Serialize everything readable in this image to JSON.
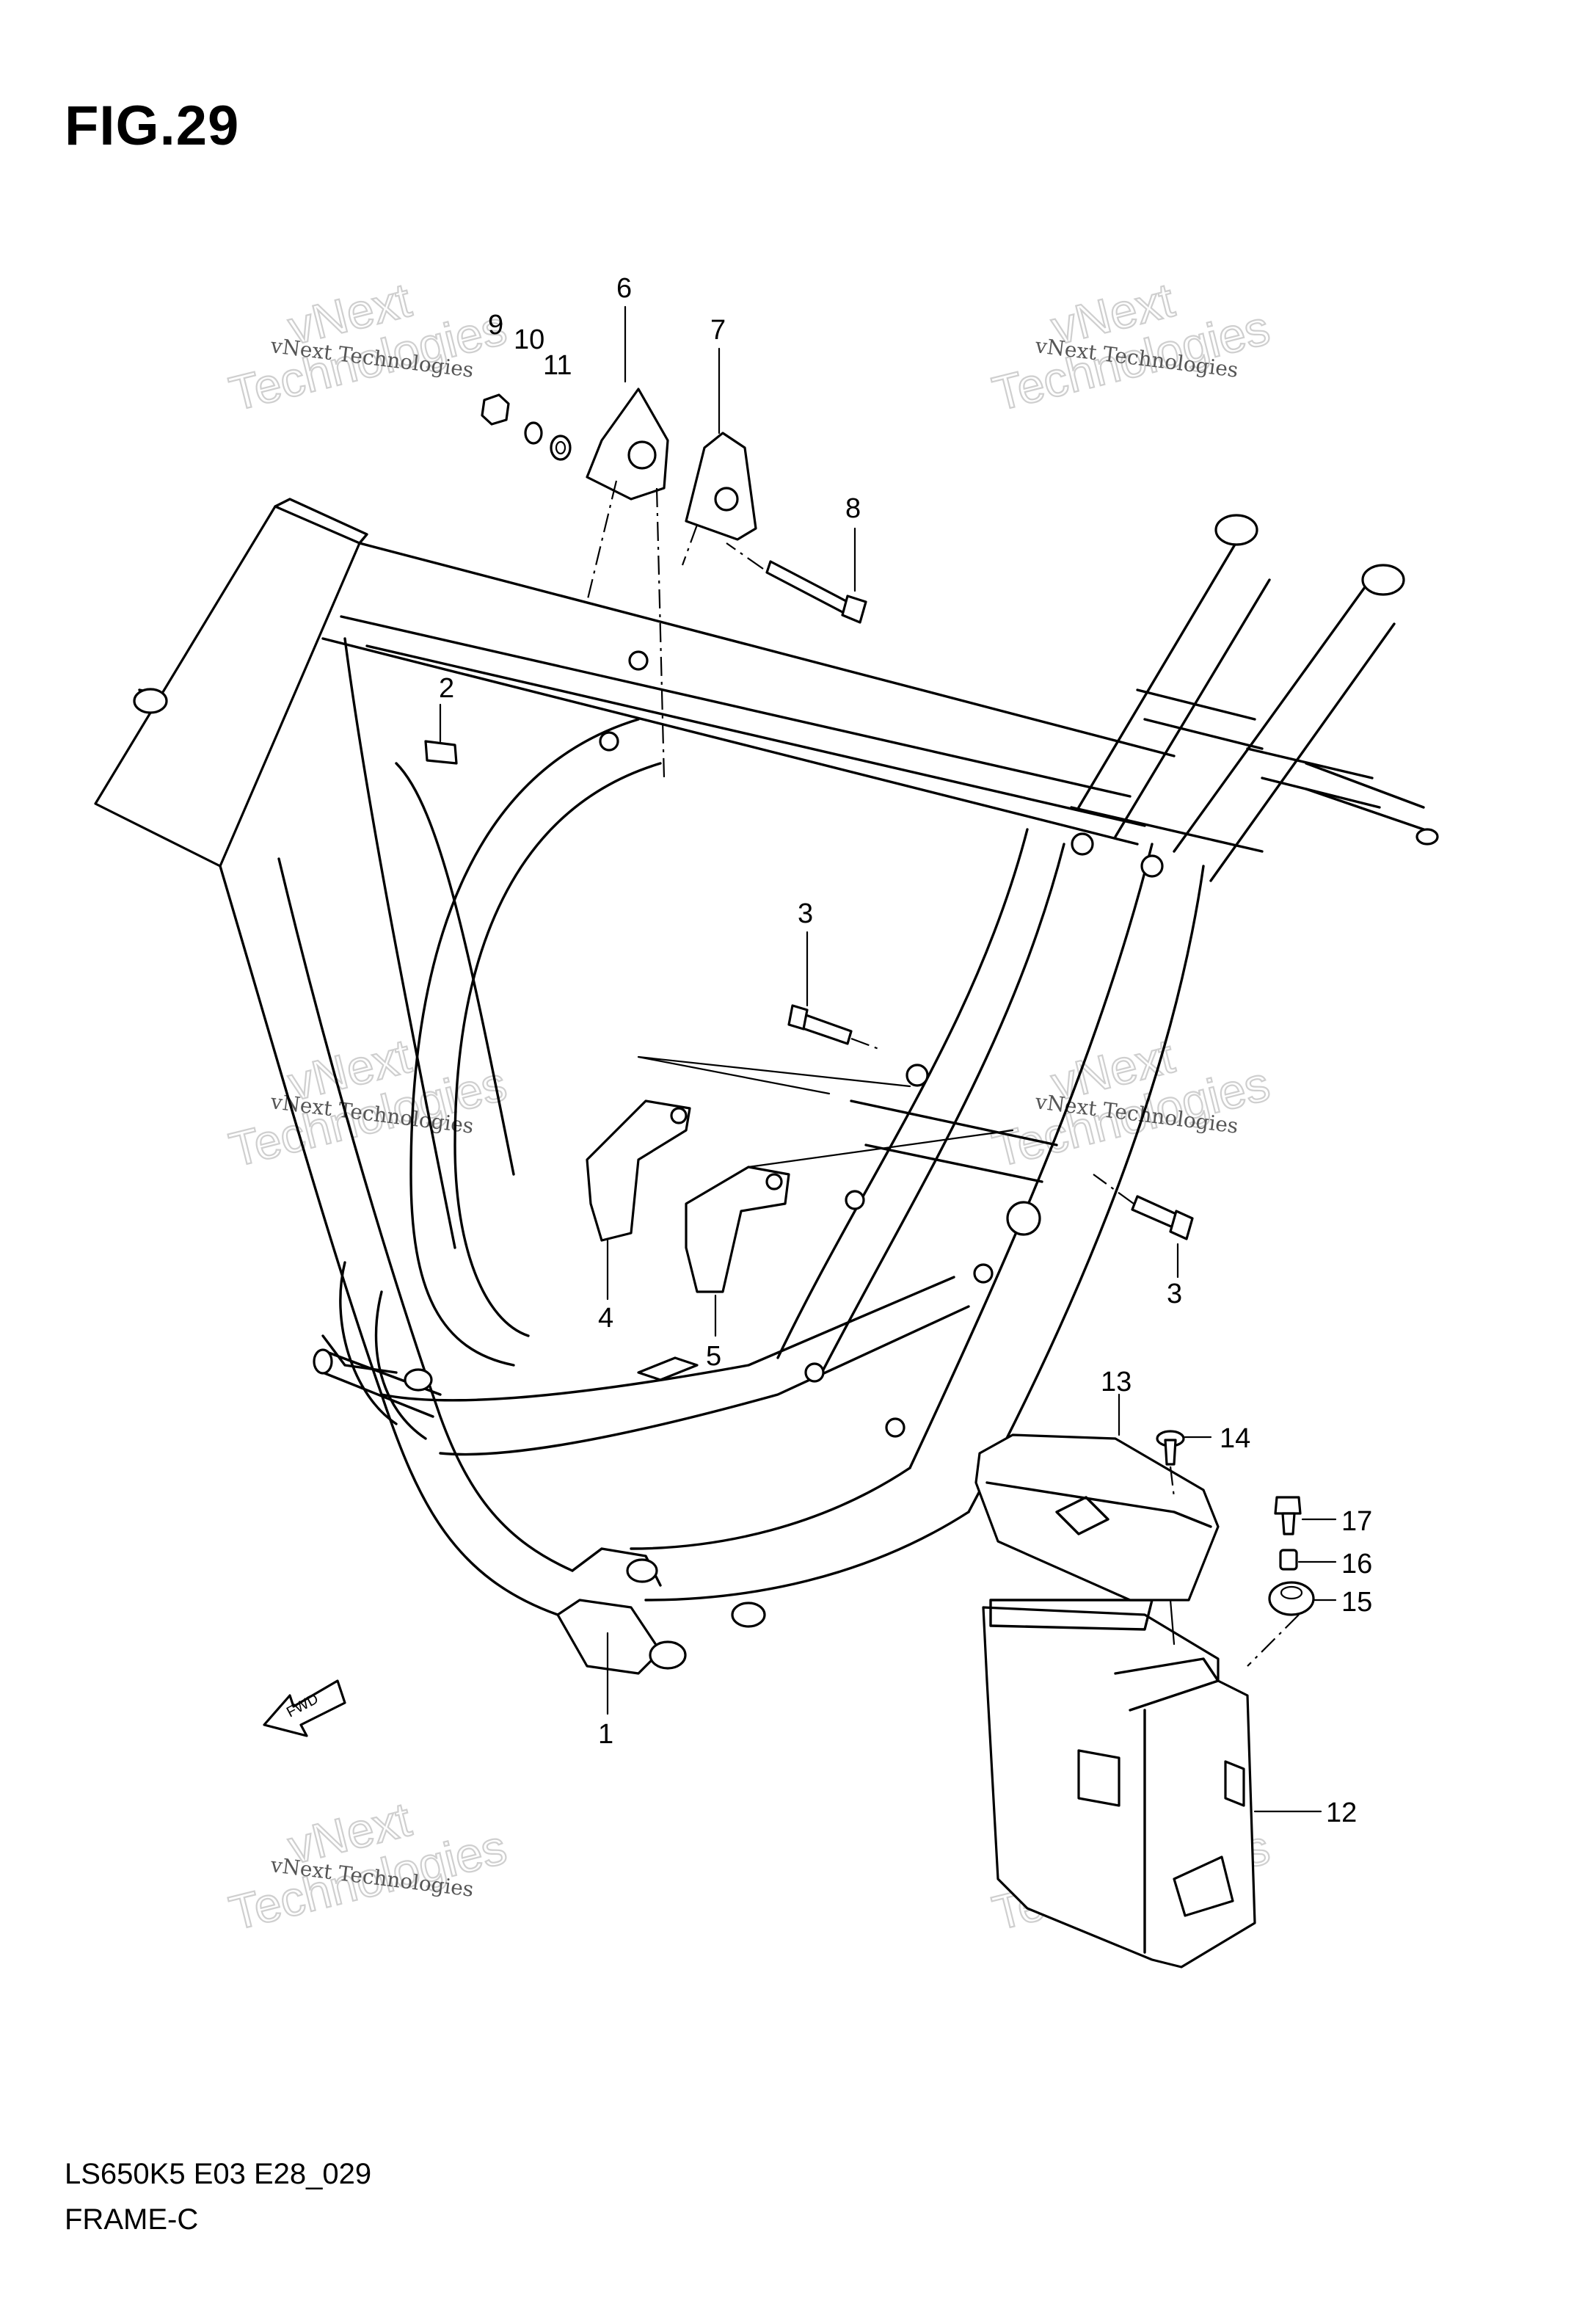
{
  "figure": {
    "title": "FIG.29",
    "model_code": "LS650K5 E03 E28_029",
    "name": "FRAME-C"
  },
  "watermark": {
    "line1": "vNext Technologies",
    "line2": "vNext",
    "line3": "Technologies"
  },
  "fwd_label": "FWD",
  "callouts": {
    "c1": "1",
    "c2": "2",
    "c3a": "3",
    "c3b": "3",
    "c4": "4",
    "c5": "5",
    "c6": "6",
    "c7": "7",
    "c8": "8",
    "c9": "9",
    "c10": "10",
    "c11": "11",
    "c12": "12",
    "c13": "13",
    "c14": "14",
    "c15": "15",
    "c16": "16",
    "c17": "17"
  }
}
